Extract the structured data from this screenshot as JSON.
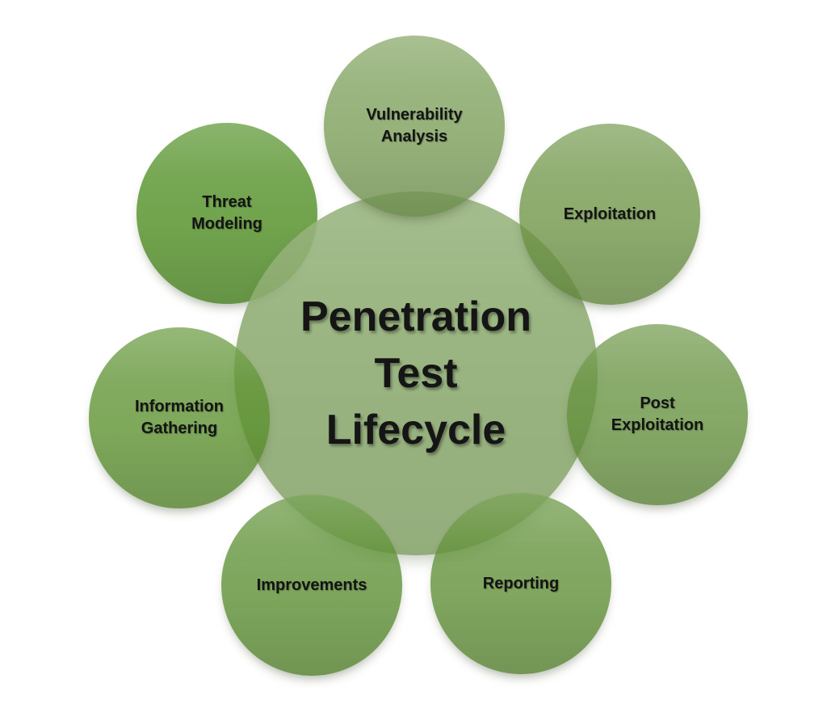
{
  "title": {
    "text": "Penetration\nTest\nLifecycle"
  },
  "nodes": [
    {
      "id": "vulnerability-analysis",
      "label": "Vulnerability\nAnalysis"
    },
    {
      "id": "exploitation",
      "label": "Exploitation"
    },
    {
      "id": "post-exploitation",
      "label": "Post\nExploitation"
    },
    {
      "id": "reporting",
      "label": "Reporting"
    },
    {
      "id": "improvements",
      "label": "Improvements"
    },
    {
      "id": "information-gathering",
      "label": "Information\nGathering"
    },
    {
      "id": "threat-modeling",
      "label": "Threat\nModeling"
    }
  ],
  "colors": {
    "background": "#ffffff",
    "center_circle_fill": "#9eb886",
    "threat_modeling_fill": "#71a44d",
    "outer_circle_fill_light": "#96b27a",
    "outer_circle_fill_dark": "#80a65f",
    "text": "#141414"
  }
}
